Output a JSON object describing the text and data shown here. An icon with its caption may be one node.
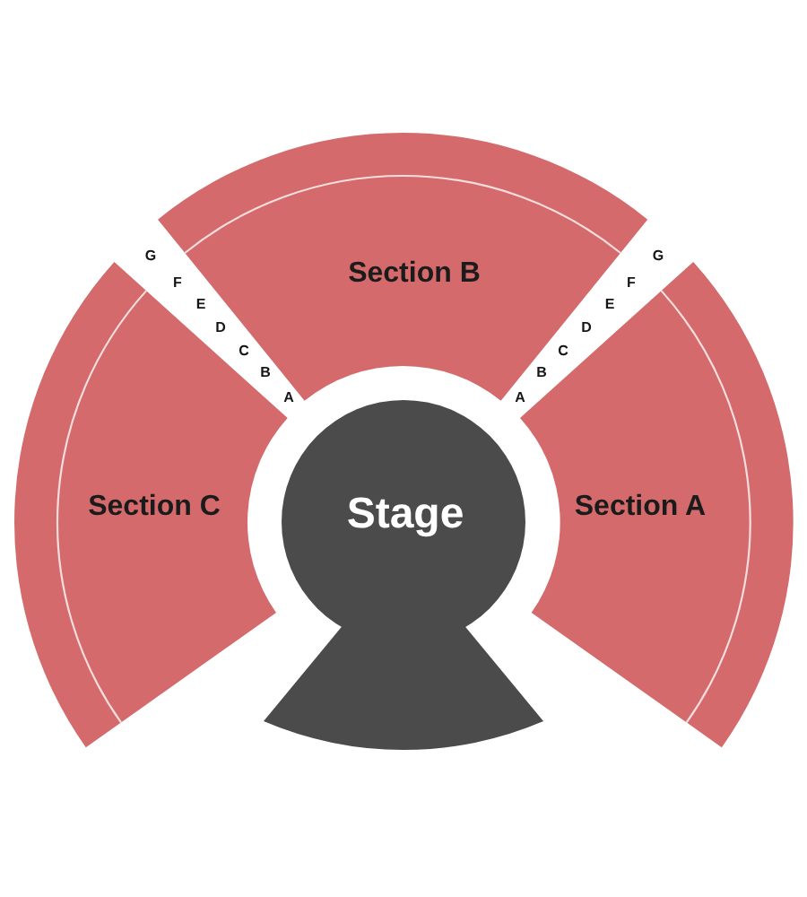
{
  "diagram": {
    "nodes": [
      {
        "text": [
          "Section B"
        ]
      },
      {
        "text": [
          "Section C"
        ]
      },
      {
        "text": [
          "Stage"
        ]
      },
      {
        "text": [
          "Section A"
        ]
      }
    ],
    "labels": [
      "G",
      "G",
      "F",
      "F",
      "E",
      "E",
      "D",
      "D",
      "C",
      "C",
      "B",
      "B",
      "A",
      "A"
    ]
  }
}
